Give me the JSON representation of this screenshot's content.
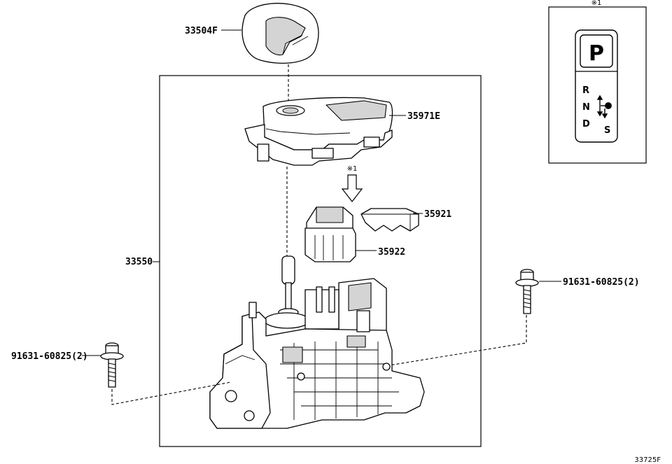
{
  "labels": {
    "knob": "33504F",
    "cover": "35971E",
    "switch_cover": "35921",
    "switch": "35922",
    "assembly": "33550",
    "bolt_right": "91631-60825(2)",
    "bolt_left": "91631-60825(2)",
    "ref_mark_inset": "※1",
    "ref_mark_arrow": "※1",
    "figure_id": "33725F"
  },
  "inset": {
    "park": "P",
    "reverse": "R",
    "neutral": "N",
    "drive": "D",
    "sport": "S"
  }
}
